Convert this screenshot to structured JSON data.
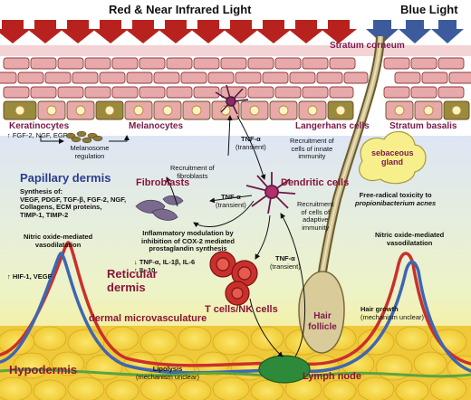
{
  "header": {
    "red_light": "Red & Near Infrared Light",
    "blue_light": "Blue Light"
  },
  "layers": {
    "stratum_corneum": "Stratum corneum",
    "stratum_basalis": "Stratum basalis",
    "papillary_dermis": "Papillary dermis",
    "reticular_dermis_1": "Reticular",
    "reticular_dermis_2": "dermis",
    "hypodermis": "Hypodermis",
    "dermal_microvasculature": "dermal microvasculature"
  },
  "cells": {
    "keratinocytes": "Keratinocytes",
    "melanocytes": "Melanocytes",
    "langerhans": "Langerhans cells",
    "fibroblasts": "Fibroblasts",
    "dendritic": "Dendritic cells",
    "t_cells": "T cells/NK cells",
    "sebaceous_1": "sebaceous",
    "sebaceous_2": "gland",
    "hair_follicle_1": "Hair",
    "hair_follicle_2": "follicle",
    "lymph_node": "Lymph node"
  },
  "annotations": {
    "kerat_factors": "FGF-2, NGF, EGF",
    "melanosome_1": "Melanosome",
    "melanosome_2": "regulation",
    "tnf_top": "TNF-α",
    "tnf_top_transient": "(transient)",
    "recruit_innate_1": "Recruitment of",
    "recruit_innate_2": "cells of innate",
    "recruit_innate_3": "immunity",
    "recruit_fibro_1": "Recruitment of",
    "recruit_fibro_2": "fibroblasts",
    "tnf_mid": "TNF-α",
    "tnf_mid_transient": "(transient)",
    "recruit_adaptive_1": "Recruitment",
    "recruit_adaptive_2": "of cells of",
    "recruit_adaptive_3": "adaptive",
    "recruit_adaptive_4": "immunity",
    "synthesis_title": "Synthesis of:",
    "synthesis_1": "VEGF, PDGF, TGF-β, FGF-2, NGF,",
    "synthesis_2": "Collagens, ECM proteins,",
    "synthesis_3": "TIMP-1, TIMP-2",
    "free_radical_1": "Free-radical toxicity to",
    "free_radical_2": "propionibacterium acnes",
    "no_left_1": "Nitric oxide-mediated",
    "no_left_2": "vasodilatation",
    "no_right_1": "Nitric oxide-mediated",
    "no_right_2": "vasodilatation",
    "hif": "HIF-1, VEGF",
    "inflam_1": "Inflammatory modulation by",
    "inflam_2": "inhibition of COX-2 mediated",
    "inflam_3": "prostaglandin synthesis",
    "cytokines_down": "TNF-α, IL-1β, IL-6",
    "cytokines_up": "IL-10",
    "tnf_low": "TNF-α",
    "tnf_low_transient": "(transient)",
    "hair_growth_1": "Hair growth",
    "hair_growth_2": "(mechanism unclear)",
    "lipolysis_1": "Lipolysis",
    "lipolysis_2": "(mechanism unclear)",
    "up_arrow": "↑",
    "down_arrow": "↓"
  },
  "colors": {
    "red_arrow": "#b8221e",
    "blue_arrow": "#3c5b9c",
    "skin_cell": "#e8a9aa",
    "label_maroon": "#8a1538",
    "hypodermis_fat": "#f3d33a",
    "vessel_red": "#c9302c",
    "vessel_blue": "#3f66b3",
    "vessel_green": "#5aa442"
  }
}
